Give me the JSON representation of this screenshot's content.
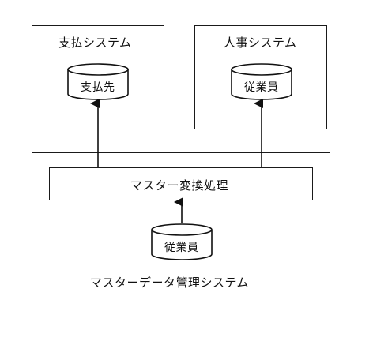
{
  "systems": {
    "payment": {
      "title": "支払システム",
      "db": "支払先"
    },
    "hr": {
      "title": "人事システム",
      "db": "従業員"
    },
    "master": {
      "title": "マスターデータ管理システム",
      "db": "従業員",
      "process": "マスター変換処理"
    }
  }
}
